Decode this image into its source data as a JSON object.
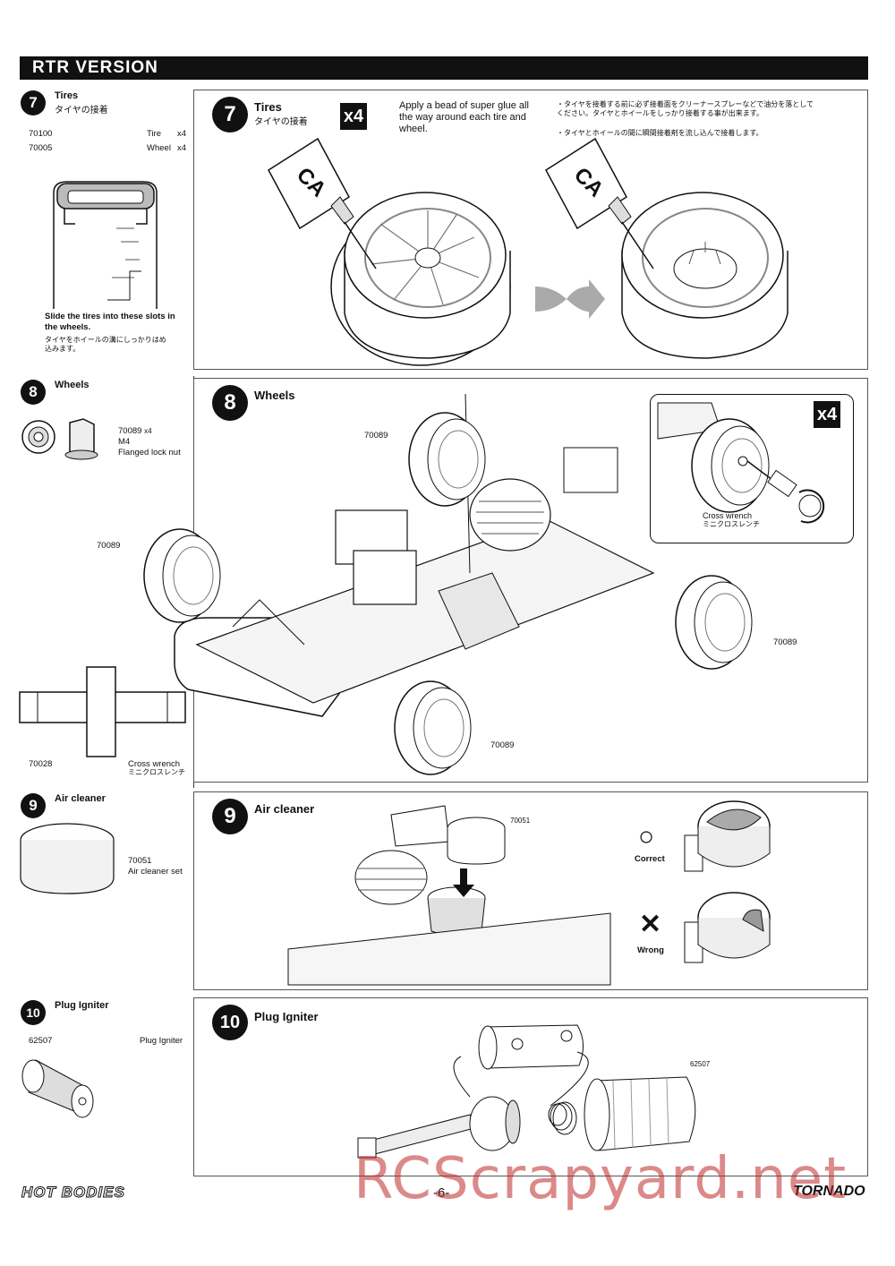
{
  "header": {
    "title": "RTR VERSION"
  },
  "step7": {
    "number": "7",
    "title": "Tires",
    "title_jp": "タイヤの接着",
    "parts": [
      {
        "code": "70100",
        "name": "Tire",
        "qty": "x4"
      },
      {
        "code": "70005",
        "name": "Wheel",
        "qty": "x4"
      }
    ],
    "note": "Slide the tires into these slots in the wheels.",
    "note_jp": "タイヤをホイールの溝にしっかりはめ込みます。",
    "multiplier": "x4",
    "instruction": "Apply a bead of super glue all the way around each tire and wheel.",
    "instruction_jp": [
      "・タイヤを接着する前に必ず接着面をクリーナースプレーなどで油分を落としてください。タイヤとホイールをしっかり接着する事が出来ます。",
      "・タイヤとホイールの間に瞬間接着剤を流し込んで接着します。"
    ],
    "glue_label": "CA"
  },
  "step8": {
    "number": "8",
    "title": "Wheels",
    "nut": {
      "code": "70089",
      "qty": "x4",
      "size": "M4",
      "name": "Flanged lock nut"
    },
    "wrench": {
      "code": "70028",
      "name": "Cross wrench",
      "name_jp": "ミニクロスレンチ"
    },
    "multiplier": "x4",
    "callouts": [
      "70089",
      "70089",
      "70089",
      "70089"
    ]
  },
  "step9": {
    "number": "9",
    "title": "Air cleaner",
    "part": {
      "code": "70051",
      "name": "Air cleaner set"
    },
    "callout": "70051",
    "correct_label": "Correct",
    "wrong_label": "Wrong",
    "correct_symbol": "○",
    "wrong_symbol": "✕"
  },
  "step10": {
    "number": "10",
    "title": "Plug Igniter",
    "part": {
      "code": "62507",
      "name": "Plug Igniter"
    },
    "callout": "62507"
  },
  "footer": {
    "brand_left": "HOT BODIES",
    "page": "-6-",
    "brand_right": "TORNADO",
    "watermark": "RCScrapyard.net"
  },
  "colors": {
    "ink": "#111111",
    "watermark": "#be2828"
  }
}
